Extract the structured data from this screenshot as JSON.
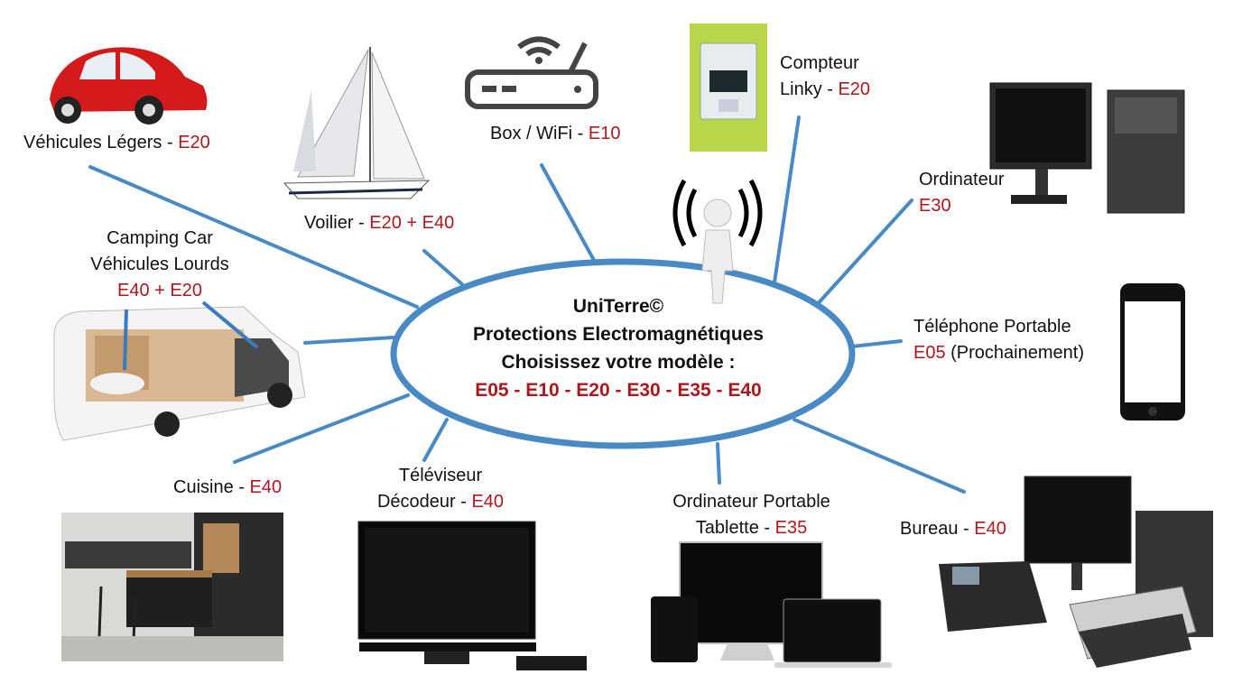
{
  "center": {
    "brand": "UniTerre©",
    "subtitle": "Protections Electromagnétiques",
    "prompt": "Choisissez votre modèle :",
    "models": "E05 - E10 - E20 - E30 - E35 - E40"
  },
  "items": {
    "vehicules_legers": {
      "name": "Véhicules Légers - ",
      "code": "E20"
    },
    "voilier": {
      "name": "Voilier - ",
      "code": "E20 + E40"
    },
    "box": {
      "name": "Box / WiFi - ",
      "code": "E10"
    },
    "linky": {
      "line1": "Compteur",
      "line2": "Linky - ",
      "code": "E20"
    },
    "ordinateur": {
      "line1": "Ordinateur",
      "code": "E30"
    },
    "camping": {
      "line1": "Camping Car",
      "line2": "Véhicules Lourds",
      "code": "E40 + E20"
    },
    "telephone": {
      "line1": "Téléphone Portable",
      "code": "E05",
      "note": " (Prochainement)"
    },
    "cuisine": {
      "name": "Cuisine - ",
      "code": "E40"
    },
    "televiseur": {
      "line1": "Téléviseur",
      "line2": "Décodeur - ",
      "code": "E40"
    },
    "portable": {
      "line1": "Ordinateur Portable",
      "line2": "Tablette - ",
      "code": "E35"
    },
    "bureau": {
      "name": "Bureau - ",
      "code": "E40"
    }
  },
  "colors": {
    "connector": "#4a8ac4",
    "code": "#b0161c",
    "text": "#111111"
  }
}
